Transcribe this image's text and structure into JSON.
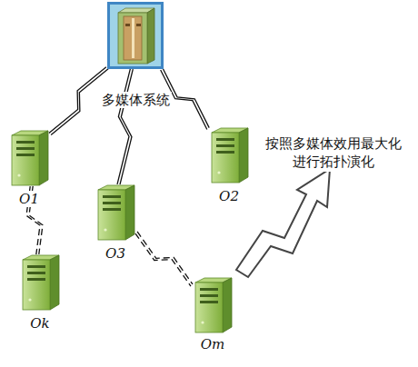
{
  "diagram": {
    "nodes": [
      {
        "text": [
          "多媒体系统"
        ]
      },
      {
        "text": [
          "O1"
        ]
      },
      {
        "text": [
          "O2"
        ]
      },
      {
        "text": [
          "O3"
        ]
      },
      {
        "text": [
          "Ok"
        ]
      },
      {
        "text": [
          "Om"
        ]
      }
    ],
    "edges": [
      {
        "from": 0,
        "to": 1,
        "arrow": "none"
      },
      {
        "from": 0,
        "to": 3,
        "arrow": "none"
      },
      {
        "from": 0,
        "to": 2,
        "arrow": "none"
      },
      {
        "from": 1,
        "to": 4,
        "arrow": "none"
      },
      {
        "from": 3,
        "to": 5,
        "arrow": "none"
      }
    ],
    "labels": [
      "按照多媒体效用最大化进行拓扑演化"
    ]
  }
}
